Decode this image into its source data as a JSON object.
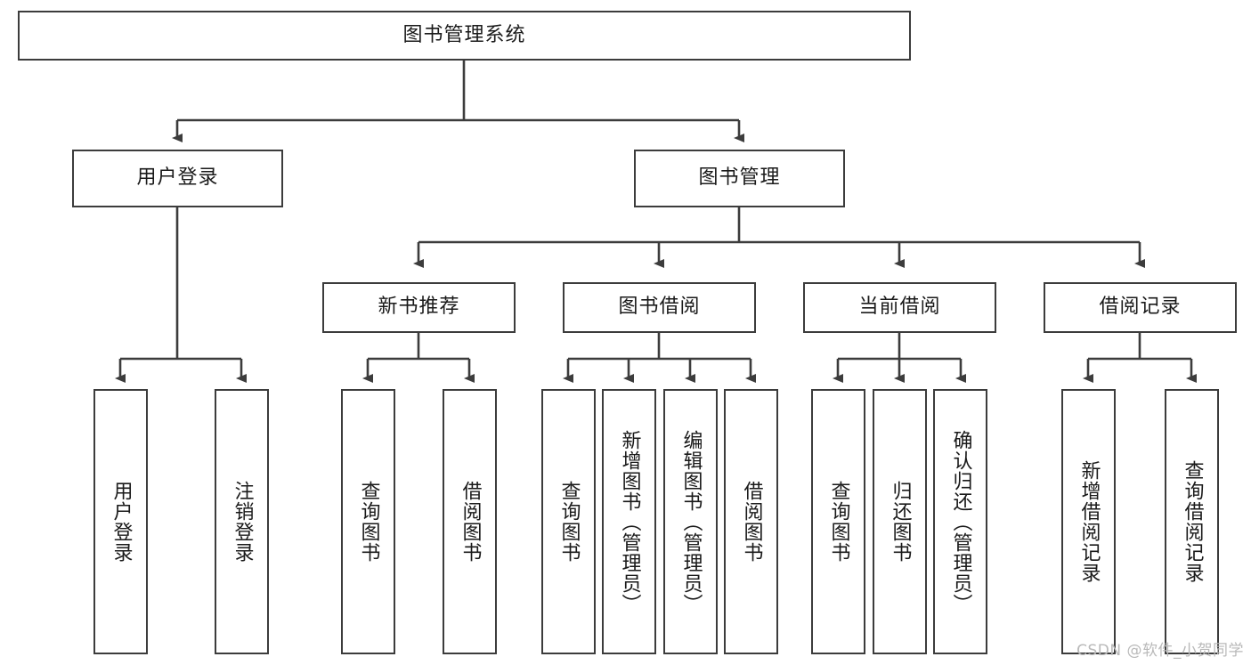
{
  "diagram": {
    "title": "图书管理系统",
    "type": "tree-hierarchy-diagram",
    "root": {
      "id": "root",
      "label": "图书管理系统"
    },
    "level2": [
      {
        "id": "user-login",
        "label": "用户登录"
      },
      {
        "id": "book-manage",
        "label": "图书管理"
      }
    ],
    "level3": [
      {
        "id": "new-book-recommend",
        "label": "新书推荐",
        "parent": "book-manage"
      },
      {
        "id": "book-borrow",
        "label": "图书借阅",
        "parent": "book-manage"
      },
      {
        "id": "current-borrow",
        "label": "当前借阅",
        "parent": "book-manage"
      },
      {
        "id": "borrow-record",
        "label": "借阅记录",
        "parent": "book-manage"
      }
    ],
    "leaves": {
      "user-login": [
        {
          "id": "leaf-user-login",
          "label": "用户登录"
        },
        {
          "id": "leaf-logout-login",
          "label": "注销登录"
        }
      ],
      "new-book-recommend": [
        {
          "id": "leaf-query-book-1",
          "label": "查询图书"
        },
        {
          "id": "leaf-borrow-book-1",
          "label": "借阅图书"
        }
      ],
      "book-borrow": [
        {
          "id": "leaf-query-book-2",
          "label": "查询图书"
        },
        {
          "id": "leaf-add-book",
          "label": "新增图书（管理员）"
        },
        {
          "id": "leaf-edit-book",
          "label": "编辑图书（管理员）"
        },
        {
          "id": "leaf-borrow-book-2",
          "label": "借阅图书"
        }
      ],
      "current-borrow": [
        {
          "id": "leaf-query-book-3",
          "label": "查询图书"
        },
        {
          "id": "leaf-return-book",
          "label": "归还图书"
        },
        {
          "id": "leaf-confirm-return",
          "label": "确认归还（管理员）"
        }
      ],
      "borrow-record": [
        {
          "id": "leaf-add-record",
          "label": "新增借阅记录"
        },
        {
          "id": "leaf-query-record",
          "label": "查询借阅记录"
        }
      ]
    }
  },
  "watermark": {
    "text": "CSDN @软件_小贺同学"
  },
  "colors": {
    "box_border": "#3c3c3c",
    "box_fill": "#ffffff",
    "edge": "#3c3c3c",
    "text": "#1a1a1a",
    "watermark": "#b9b9b9",
    "background": "#ffffff"
  }
}
